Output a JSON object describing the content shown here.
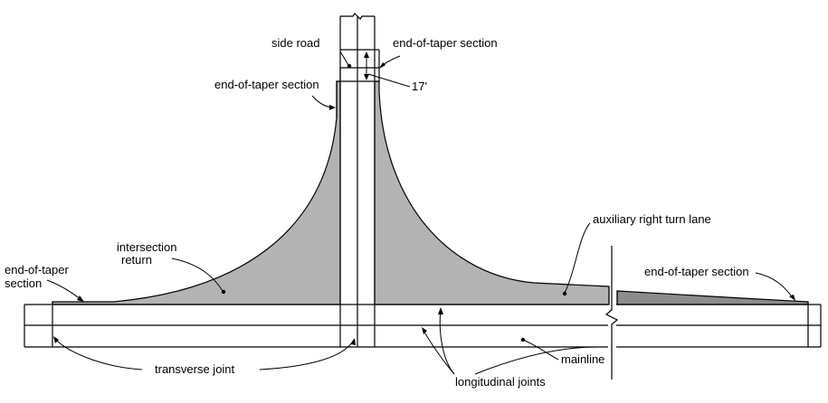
{
  "labels": {
    "side_road": "side road",
    "end_taper_top_right": "end-of-taper section",
    "end_taper_top_left": "end-of-taper section",
    "dimension_17": "17'",
    "intersection_return_line1": "intersection",
    "intersection_return_line2": "return",
    "end_taper_left_line1": "end-of-taper",
    "end_taper_left_line2": "section",
    "auxiliary_lane": "auxiliary right turn lane",
    "end_taper_right": "end-of-taper section",
    "mainline": "mainline",
    "transverse_joint": "transverse joint",
    "longitudinal_joints": "longitudinal joints"
  },
  "colors": {
    "shaded_area": "#b3b3b3",
    "dark_taper": "#8c8c8c",
    "line": "#000000"
  }
}
